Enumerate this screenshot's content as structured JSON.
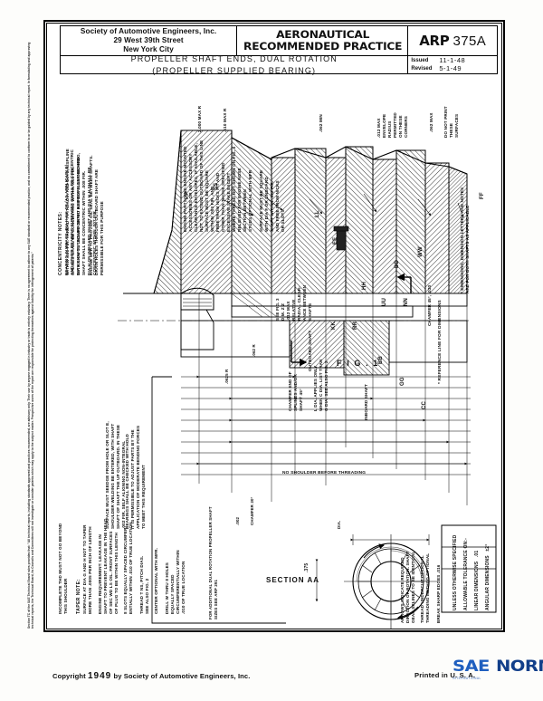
{
  "document": {
    "standard_org": "Society of Automotive Engineers, Inc.",
    "address_line1": "29 West 39th Street",
    "address_line2": "New York City",
    "doc_type_line1": "AERONAUTICAL",
    "doc_type_line2": "RECOMMENDED PRACTICE",
    "designation_prefix": "ARP",
    "designation_number": "375A",
    "title_line1": "PROPELLER SHAFT ENDS, DUAL ROTATION",
    "title_line2": "(PROPELLER SUPPLIED BEARING)",
    "issued_label": "Issued",
    "issued_date": "11-1-48",
    "revised_label": "Revised",
    "revised_date": "5-1-49",
    "figure_label": "F I G . 1",
    "section_label": "SECTION AA"
  },
  "disclaimer": "Section TC of the SAE Technical Board rules provides that: \"All technical reports, including standards approved and practices recommended, are advisory only. Their use by anyone engaged in industry or trade is entirely voluntary. There is no agreement to adhere to any SAE standard or recommended practice, and no commitment to conform to or be guided by any technical report. In formulating and approving technical reports, the Technical Board, its Councils and Committees will not investigate or consider patents which may apply to the subject matter. Prospective users of the report are responsible for protecting themselves against liability for infringement of patents.\"",
  "footer": {
    "copyright_prefix": "Copyright",
    "copyright_year": "1949",
    "copyright_suffix": "by Society of Automotive Engineers, Inc.",
    "printed": "Printed in U. S. A.",
    "logo_text": "SAE",
    "logo_sub": "INTERNATIONAL",
    "logo_norm": "NORM"
  },
  "notes": {
    "concentricity": {
      "heading": "CONCENTRICITY NOTES:",
      "lines": [
        "WITH EITHER SHAFT MOUNTED ON DIA G AND REAR",
        "BEARING SURFACE, DIA H  KK  CF (AS APPLICABLE)",
        "AND OTHER BEARING SURFACES SHALL BE CONCENTRIC",
        "WITHIN .001 FIR. THREAD T-PITCH DIA AND DIA Z,N SPLINE",
        "SPLINES SHALL BE CONCENTRIC WITHIN .005 FIR.",
        "",
        "WITH SHAFTS UNSUPPORTED BY PROPELLER BEARING,",
        "DIA KK ON OUTBOARD SHAFT AND DIA G ON INBOARD",
        "SHAFT SHALL BE CONCENTRIC WITHIN .008 FIR.",
        "",
        "DIA H ON INBOARD SHAFT AND DIA H H SHALL BE",
        "CONCENTRIC WITHIN .007 FIR.",
        "",
        "ENGINE MFR TO PROVIDE OIL SEAL BETWEEN SHAFTS.",
        "DRAIN HOLES THROUGH OUTBOARD SHAFT ARE",
        "PERMISSIBLE FOR THIS PURPOSE"
      ]
    },
    "engine_parts": {
      "lines": [
        "ENGINE PARTS, AND ENGINE MOUNTED",
        "ACCESSORIES OR ANY ACCESSORY",
        "CLEARANCE ENVELOPES, IF AVAILABLE,",
        "NOT TO EXTEND OUTBOARD OF THIS LINE"
      ]
    },
    "surface_square_1": {
      "lines": [
        "SURFACE MUST BE SQUARE",
        "WITHIN .003 FIR. AND",
        "FREE FROM NICKS FIT AND",
        "OTHER THAN THOSE SPECIFIED"
      ]
    },
    "excessive_stake": {
      "lines": [
        "EXCESSIVE STAKE EXCEPT",
        "WHERE THREAD NOT SHOWN ON FIG. 3",
        "RELIEVED FOR ENGINE NOSE",
        "SECTION BETWEEN",
        "STUDS OPTIONAL WITH MFR"
      ]
    },
    "surface_square_2": {
      "lines": [
        "SURFACE MUST BE SQUARE",
        "WITH DIA F OR UNBOARD",
        "SHAFT WITHIN .002 FIR.",
        "AND FREE FROM NICKS",
        "OR SLOTS"
      ]
    },
    "envelope": {
      "lines": [
        ".012 MAX",
        "ENVELOPE",
        "RADIUS",
        "PERMITTED",
        "ON THESE",
        "CORNERS"
      ]
    },
    "do_not_print": {
      "lines": [
        "DO NOT PRINT",
        "THESE",
        "SURFACES"
      ]
    },
    "leakage": {
      "lines": [
        "SURFACE MUST SEEDGE FROM HOLE OR SLOT E,",
        "SHOULDER WELDING BE ENTERED, WITH SHAFT",
        "SHAFT OF SHAFT THE UP OUTBOARD. IN THESE",
        ".002 FIR. SELF ALIGNING NON-INTEGRAL",
        "BEARINGS SHALL BE CHECKED WITH HOLD",
        "IT IS PERMISSIBLE TO ADJUST PARTS BY THE",
        "APPLICATION OF MODERATE BENDING FORCES",
        "TO MEET THIS REQUIREMENT"
      ]
    },
    "incomplete_thd": {
      "lines": [
        "INCOMPLETE THD MUST NOT GO BEYOND",
        "THIS SHOULDER"
      ]
    },
    "taper_note": {
      "lines": [
        "TAPER NOTE:",
        "SURFACE AT DIA G AND H NOT TO TAPER",
        "MORE THAN .0005 PER INCH OF LENGTH"
      ]
    },
    "engine_requirement": {
      "lines": [
        "ENGINE REQUIREMENT: LEAKAGE IN",
        "SHAFT TO PREVENT LEAKAGE IN THE HEAD",
        "OF SEC WD LS OIL. FRONT SURFACES",
        "OF PLUG TO BE WITHIN THIS LENGTH"
      ]
    },
    "slots": {
      "lines": [
        "8 SLOTS EQUALLY SPACED CIRCUMFER-",
        "ENTIALLY WITHIN .010 OF TRUE LOCATION"
      ]
    },
    "thread_t": {
      "lines": [
        "THREAD T  NS, PITCH DIAS.",
        "SEE ALSO FIG. 2"
      ]
    },
    "center_optional": {
      "lines": [
        "CENTER OPTIONAL WITH MFR."
      ]
    },
    "drill_holes": {
      "lines": [
        "DRILL W THRU 8 HOLES",
        "EQUALLY SPACED",
        "CIRCUMFERENTIALLY WITHIN",
        ".010 OF TRUE LOCATION"
      ]
    },
    "section_aa_notes": {
      "lines": [
        "ARROWS INDICATE REQUIRED",
        "DIRECTION OF ROTATION. SHAFT",
        "GEAR SPLINES TO BE IDENTICAL",
        "",
        "THREAD UNDERCUT OPTIONAL",
        "THREADING METHOD OPTIONAL",
        "",
        "BREAK SHARP EDGES .016"
      ]
    },
    "tolerance": {
      "heading": "UNLESS OTHERWISE SPECIFIED",
      "sub": "ALLOWABLE TOLERANCE ON:-",
      "rows": [
        {
          "label": "LINEAR DIMENSIONS",
          "value": ".01"
        },
        {
          "label": "ANGULAR DIMENSIONS",
          "value": "±2°"
        }
      ]
    },
    "additional_sizes": {
      "lines": [
        "FOR ADDITIONAL DUAL ROTATION PROPELLER SHAFT",
        "SIZES SEE ARP 391"
      ]
    },
    "reference": {
      "lines": [
        "* DIMENSIONS, DIMENSION LETTERS AND NOTES",
        "ARE FOR BOTH SHAFTS AS APPLICABLE",
        "* REFERENCE LINE FOR DIMENSIONS"
      ]
    },
    "no_shoulder": {
      "lines": [
        "NO SHOULDER BEFORE THREADING"
      ]
    },
    "chamfer_note": {
      "lines": [
        "CHAMFER 45°, .030"
      ]
    },
    "thread_applies": {
      "lines": [
        "L DIA. APPLIES ONLY",
        "WHEN C DIA. LIST THAN",
        "G DIA. SEE ALSO FIG. 2"
      ]
    },
    "chamfer_end": {
      "lines": [
        "CHAMFER END OF",
        "SPLINES AND/OR",
        "SHAFT 45°"
      ]
    },
    "see_fig3": {
      "lines": [
        "SEE FIG. 3",
        "DIM. Z Z",
        ".012 MAX",
        "RELATIVE",
        "RADIAL CLEAR-",
        "ANCE BETWEEN",
        "SHAFTS"
      ]
    }
  },
  "dimensions": {
    "shaft_labels": [
      "SS",
      "PP",
      "FF",
      "LL",
      "EE",
      "DD",
      "WW",
      "HH",
      "NN",
      "UU",
      "RR",
      "KK",
      "BB",
      "GG",
      "CC",
      "A",
      "B",
      "C",
      "D",
      "E",
      "F",
      "G",
      "H",
      "J",
      "K",
      "L",
      "M",
      "N",
      "O",
      "P",
      "R",
      "T",
      "U",
      "V",
      "W",
      "X",
      "Y",
      "Z"
    ],
    "callouts": [
      {
        "text": "2.000 MAX R",
        "id": "max-r-2000"
      },
      {
        "text": ".510 MAX R",
        "id": "max-r-510"
      },
      {
        "text": ".062 MIN",
        "id": "min-062"
      },
      {
        "text": ".062 MAX",
        "id": "max-062"
      },
      {
        "text": ".062 R",
        "id": "r-062"
      },
      {
        "text": ".0625 R",
        "id": "r-0625"
      },
      {
        "text": ".375",
        "id": "dim-375"
      },
      {
        "text": ".002",
        "id": "dim-002"
      },
      {
        "text": "CHAMFER 45°",
        "id": "chamfer-45"
      },
      {
        "text": "CHAMFER 30°",
        "id": "chamfer-30"
      },
      {
        "text": "OUTBOARD SHAFT",
        "id": "outboard-shaft"
      },
      {
        "text": "INBOARD SHAFT",
        "id": "inboard-shaft"
      },
      {
        "text": "DIA.",
        "id": "dia"
      }
    ]
  }
}
